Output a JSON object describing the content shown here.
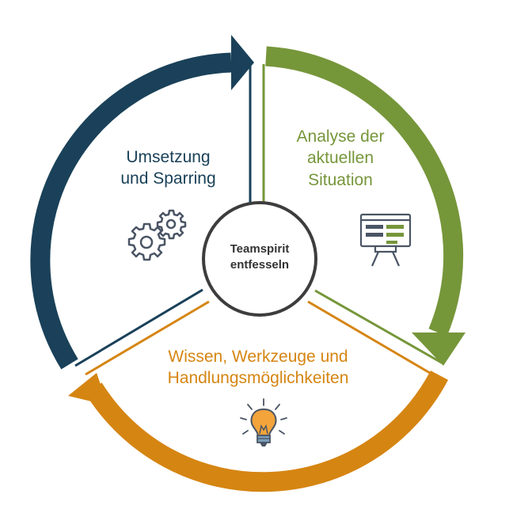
{
  "diagram": {
    "center": {
      "lines": [
        "Teamspirit",
        "entfesseln"
      ]
    },
    "segments": [
      {
        "id": "implementation",
        "lines": [
          "Umsetzung",
          "und Sparring"
        ],
        "color": "#1a4159",
        "icon": "gears-icon"
      },
      {
        "id": "analysis",
        "lines": [
          "Analyse der",
          "aktuellen",
          "Situation"
        ],
        "color": "#76963a",
        "icon": "presentation-board-icon"
      },
      {
        "id": "knowledge",
        "lines": [
          "Wissen, Werkzeuge und",
          "Handlungsmöglichkeiten"
        ],
        "color": "#d58512",
        "icon": "lightbulb-icon"
      }
    ],
    "center_ring_color": "#3d3d3d",
    "icon_color": "#4a5565"
  }
}
